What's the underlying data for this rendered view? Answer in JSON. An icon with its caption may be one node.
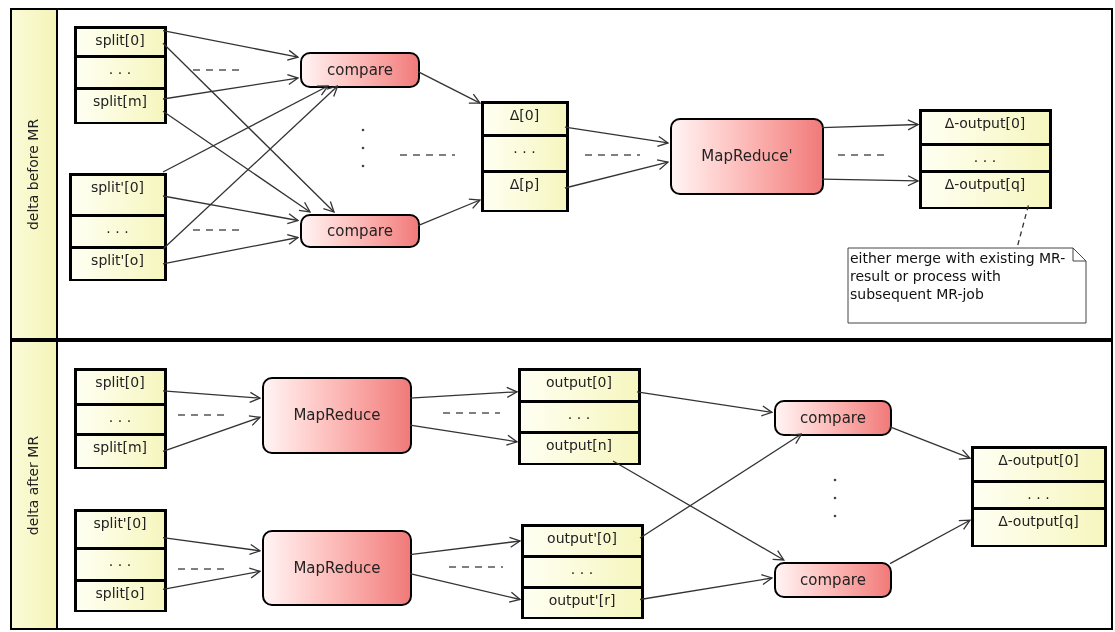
{
  "diagram": {
    "nodes": [
      {
        "text": [
          "delta before MR"
        ]
      },
      {
        "text": [
          "delta after MR"
        ]
      },
      {
        "text": [],
        "shape": "box",
        "in": 0
      },
      {
        "text": [
          "split[0]"
        ],
        "in": 2
      },
      {
        "text": [
          ". . ."
        ],
        "in": 2
      },
      {
        "text": [
          "split[m]"
        ],
        "in": 2
      },
      {
        "text": [],
        "shape": "box",
        "in": 0
      },
      {
        "text": [
          "split'[0]"
        ],
        "in": 6
      },
      {
        "text": [
          ". . ."
        ],
        "in": 6
      },
      {
        "text": [
          "split'[o]"
        ],
        "in": 6
      },
      {
        "text": [
          "compare"
        ],
        "in": 0
      },
      {
        "text": [
          "compare"
        ],
        "in": 0
      },
      {
        "text": [],
        "shape": "box",
        "in": 0
      },
      {
        "text": [
          "Δ[0]"
        ],
        "in": 12
      },
      {
        "text": [
          ". . ."
        ],
        "in": 12
      },
      {
        "text": [
          "Δ[p]"
        ],
        "in": 12
      },
      {
        "text": [
          "MapReduce'"
        ],
        "in": 0
      },
      {
        "text": [],
        "shape": "box",
        "in": 0
      },
      {
        "text": [
          "Δ-output[0]"
        ],
        "in": 17
      },
      {
        "text": [
          ". . ."
        ],
        "in": 17
      },
      {
        "text": [
          "Δ-output[q]"
        ],
        "in": 17
      },
      {
        "text": [
          "either merge with existing MR-result or process with subsequent MR-job"
        ],
        "in": 0
      },
      {
        "text": [],
        "shape": "box",
        "in": 1
      },
      {
        "text": [
          "split[0]"
        ],
        "in": 22
      },
      {
        "text": [
          ". . ."
        ],
        "in": 22
      },
      {
        "text": [
          "split[m]"
        ],
        "in": 22
      },
      {
        "text": [
          "MapReduce"
        ],
        "in": 1
      },
      {
        "text": [],
        "shape": "box",
        "in": 1
      },
      {
        "text": [
          "output[0]"
        ],
        "in": 27
      },
      {
        "text": [
          ". . ."
        ],
        "in": 27
      },
      {
        "text": [
          "output[n]"
        ],
        "in": 27
      },
      {
        "text": [],
        "shape": "box",
        "in": 1
      },
      {
        "text": [
          "split'[0]"
        ],
        "in": 31
      },
      {
        "text": [
          ". . ."
        ],
        "in": 31
      },
      {
        "text": [
          "split[o]"
        ],
        "in": 31
      },
      {
        "text": [
          "MapReduce"
        ],
        "in": 1
      },
      {
        "text": [],
        "shape": "box",
        "in": 1
      },
      {
        "text": [
          "output'[0]"
        ],
        "in": 36
      },
      {
        "text": [
          ". . ."
        ],
        "in": 36
      },
      {
        "text": [
          "output'[r]"
        ],
        "in": 36
      },
      {
        "text": [
          "compare"
        ],
        "in": 1
      },
      {
        "text": [
          "compare"
        ],
        "in": 1
      },
      {
        "text": [],
        "shape": "box",
        "in": 1
      },
      {
        "text": [
          "Δ-output[0]"
        ],
        "in": 42
      },
      {
        "text": [
          ". . ."
        ],
        "in": 42
      },
      {
        "text": [
          "Δ-output[q]"
        ],
        "in": 42
      }
    ],
    "edges": [
      {
        "from": 3,
        "to": 10,
        "arrow": "to"
      },
      {
        "from": 3,
        "to": 11,
        "arrow": "to"
      },
      {
        "from": 5,
        "to": 10,
        "arrow": "to"
      },
      {
        "from": 5,
        "to": 11,
        "arrow": "to"
      },
      {
        "from": 7,
        "to": 10,
        "arrow": "to"
      },
      {
        "from": 7,
        "to": 11,
        "arrow": "to"
      },
      {
        "from": 9,
        "to": 10,
        "arrow": "to"
      },
      {
        "from": 9,
        "to": 11,
        "arrow": "to"
      },
      {
        "from": 10,
        "to": 13,
        "arrow": "to"
      },
      {
        "from": 11,
        "to": 15,
        "arrow": "to"
      },
      {
        "from": 13,
        "to": 16,
        "arrow": "to"
      },
      {
        "from": 15,
        "to": 16,
        "arrow": "to"
      },
      {
        "from": 16,
        "to": 18,
        "arrow": "to"
      },
      {
        "from": 16,
        "to": 20,
        "arrow": "to"
      },
      {
        "from": 21,
        "to": 17,
        "arrow": "none",
        "style": "dashed"
      },
      {
        "from": 23,
        "to": 26,
        "arrow": "to"
      },
      {
        "from": 25,
        "to": 26,
        "arrow": "to"
      },
      {
        "from": 26,
        "to": 28,
        "arrow": "to"
      },
      {
        "from": 26,
        "to": 30,
        "arrow": "to"
      },
      {
        "from": 32,
        "to": 35,
        "arrow": "to"
      },
      {
        "from": 34,
        "to": 35,
        "arrow": "to"
      },
      {
        "from": 35,
        "to": 37,
        "arrow": "to"
      },
      {
        "from": 35,
        "to": 39,
        "arrow": "to"
      },
      {
        "from": 28,
        "to": 40,
        "arrow": "to"
      },
      {
        "from": 30,
        "to": 41,
        "arrow": "to"
      },
      {
        "from": 37,
        "to": 40,
        "arrow": "to"
      },
      {
        "from": 39,
        "to": 41,
        "arrow": "to"
      },
      {
        "from": 40,
        "to": 43,
        "arrow": "to"
      },
      {
        "from": 41,
        "to": 45,
        "arrow": "to"
      }
    ]
  }
}
